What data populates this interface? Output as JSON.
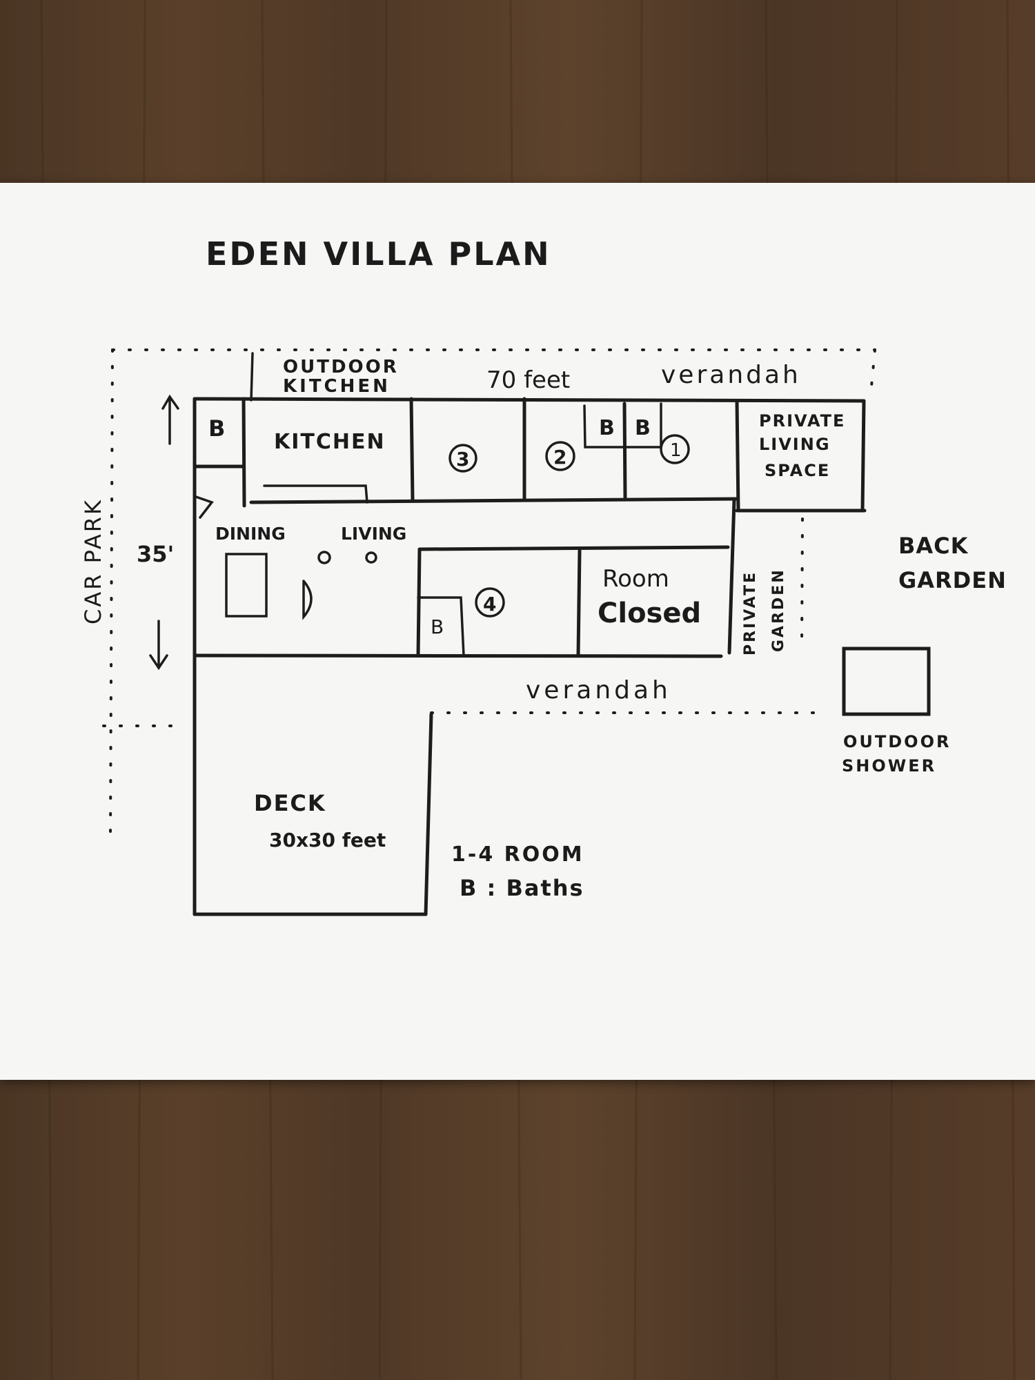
{
  "title": "EDEN VILLA PLAN",
  "labels": {
    "outdoor_kitchen_line1": "OUTDOOR",
    "outdoor_kitchen_line2": "KITCHEN",
    "dimension_width": "70 feet",
    "verandah_top": "verandah",
    "verandah_bottom": "verandah",
    "bath": "B",
    "kitchen": "KITCHEN",
    "room_3": "3",
    "room_2": "2",
    "room_1": "1",
    "room_4": "4",
    "private_living_line1": "PRIVATE",
    "private_living_line2": "LIVING",
    "private_living_line3": "SPACE",
    "dining": "DINING",
    "living": "LIVING",
    "dimension_depth": "35'",
    "room_closed_line1": "Room",
    "room_closed_line2": "Closed",
    "private_garden_line1": "PRIVATE",
    "private_garden_line2": "GARDEN",
    "back_garden_line1": "BACK",
    "back_garden_line2": "GARDEN",
    "car_park": "CAR PARK",
    "outdoor_shower_line1": "OUTDOOR",
    "outdoor_shower_line2": "SHOWER",
    "deck": "DECK",
    "deck_size": "30x30 feet"
  },
  "legend": {
    "rooms": "1-4 ROOM",
    "baths": "B : Baths"
  }
}
